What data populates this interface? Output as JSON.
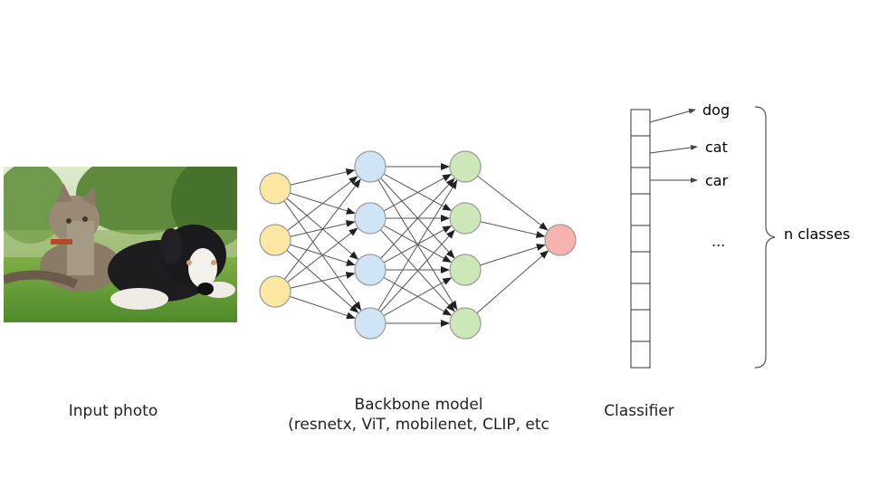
{
  "photo": {
    "caption": "Input photo",
    "subjects": [
      "cat",
      "dog"
    ]
  },
  "backbone": {
    "title": "Backbone model",
    "subtitle": "(resnetx, ViT, mobilenet, CLIP, etc",
    "colors": {
      "input": "#fde7a3",
      "hidden1": "#cfe4f5",
      "hidden2": "#cde8b8",
      "output": "#f7b3ad",
      "stroke": "#555555"
    }
  },
  "classifier": {
    "caption": "Classifier",
    "labels": [
      "dog",
      "cat",
      "car"
    ],
    "ellipsis": "...",
    "group_label": "n classes"
  }
}
